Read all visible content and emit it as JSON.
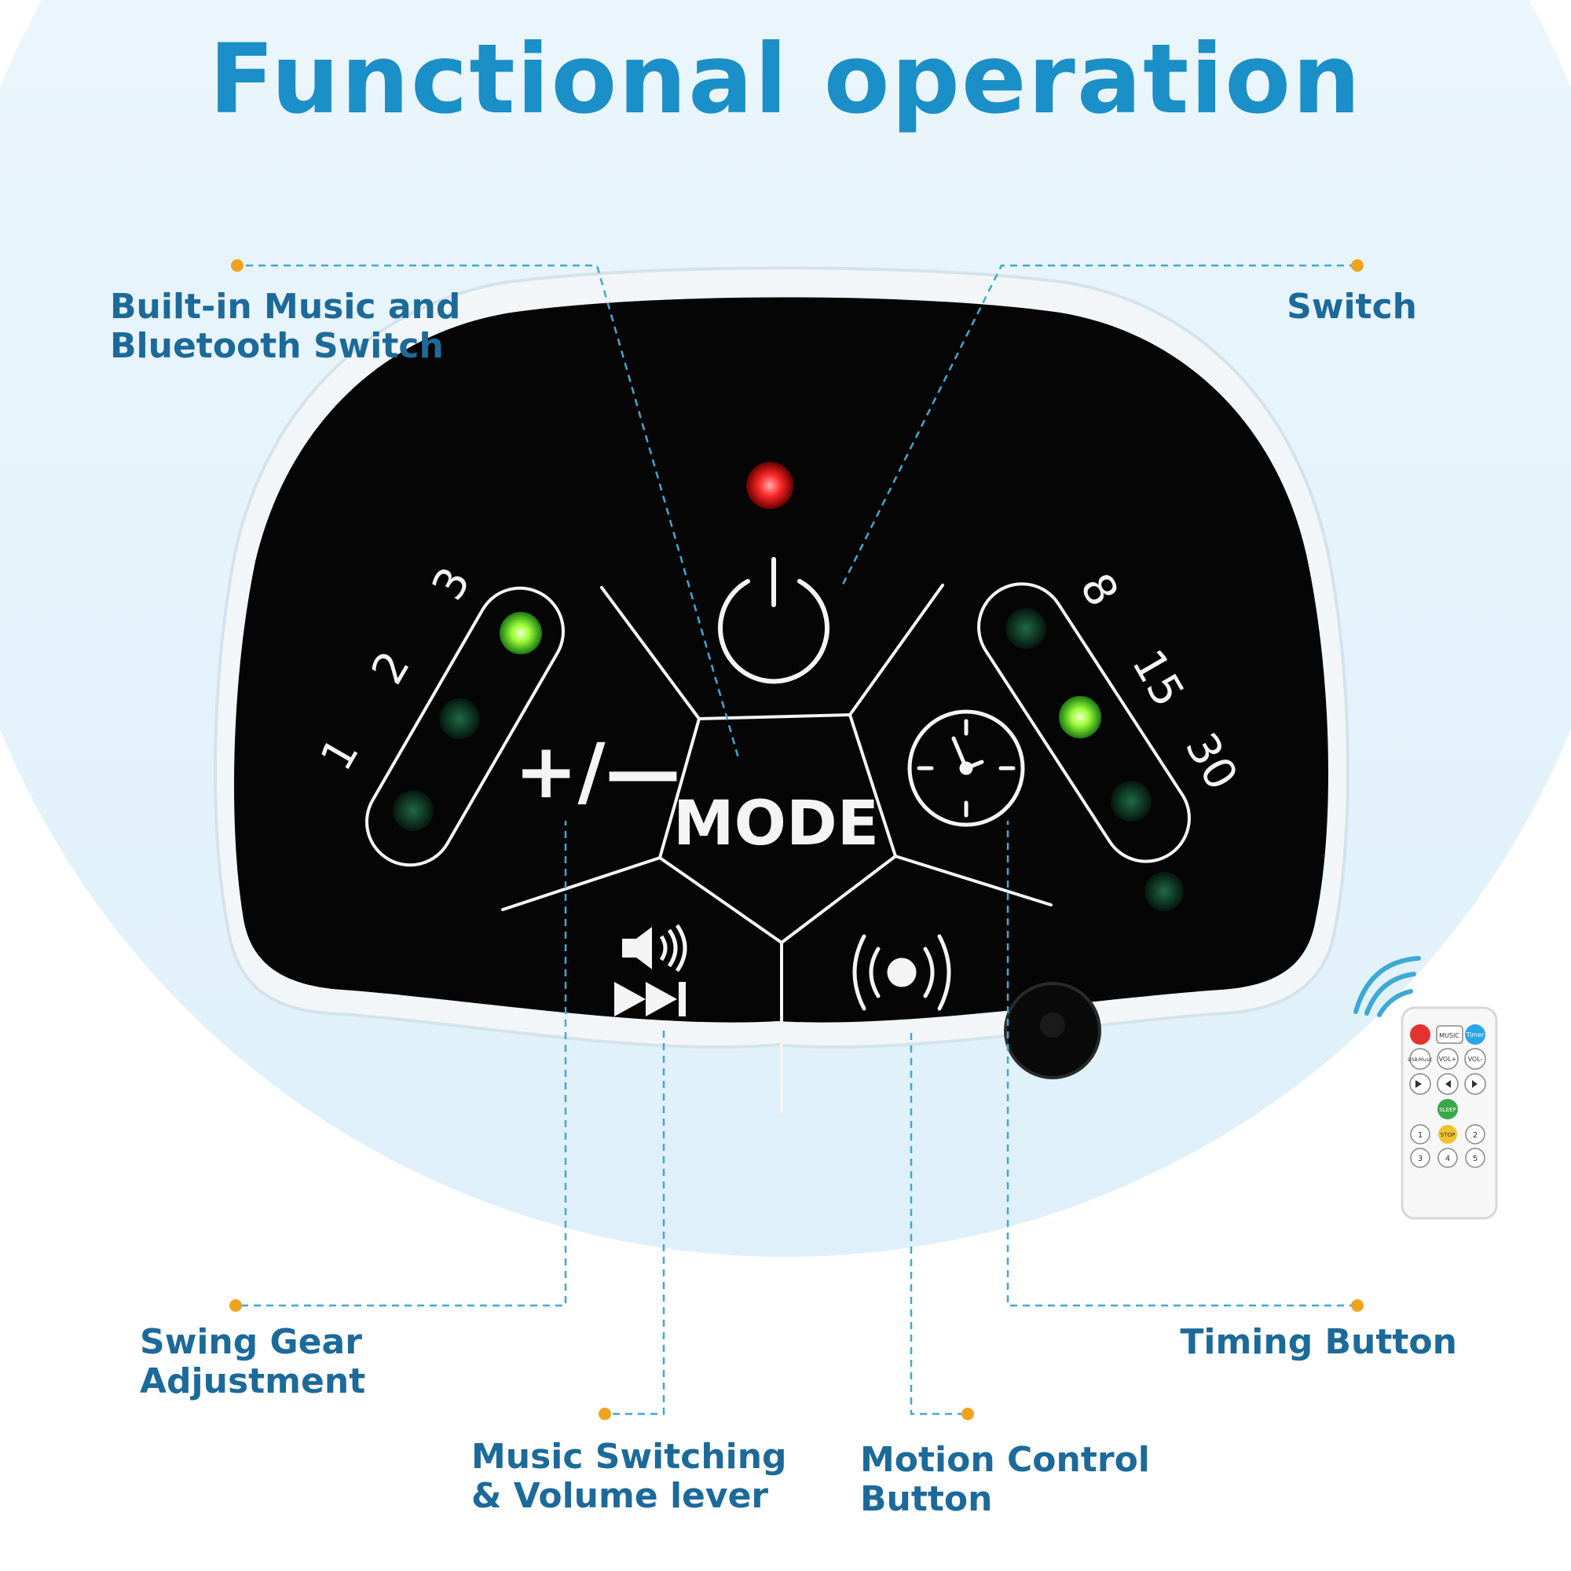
{
  "title": "Functional operation",
  "colors": {
    "accent": "#1b8fc7",
    "label": "#1c6a9a",
    "dot": "#f0a41e",
    "panel": "#050505",
    "led_red": "#ff2a2a",
    "led_green_on": "#7cff4a",
    "led_green_off": "#0d3a22",
    "background_circle": "#e4f3fb"
  },
  "callouts": {
    "music": {
      "line1": "Built-in Music and",
      "line2": "Bluetooth Switch"
    },
    "switch": {
      "line1": "Switch"
    },
    "swing": {
      "line1": "Swing Gear",
      "line2": "Adjustment"
    },
    "timing": {
      "line1": "Timing Button"
    },
    "music_switching": {
      "line1": "Music Switching",
      "line2": "& Volume lever"
    },
    "motion": {
      "line1": "Motion Control",
      "line2": "Button"
    }
  },
  "panel": {
    "mode_label": "MODE",
    "plus_minus_label": "+/—",
    "gear_levels": [
      "1",
      "2",
      "3"
    ],
    "gear_active": 3,
    "timer_levels": [
      "8",
      "15",
      "30"
    ],
    "timer_active": 2,
    "power_icon": "power-icon",
    "clock_icon": "clock-icon",
    "volume_icon": "speaker-volume-icon",
    "next_icon": "next-track-icon",
    "motion_icon": "vibration-icon"
  },
  "remote": {
    "row1": [
      "MUSIC",
      "Timer"
    ],
    "row2": [
      "USB/Music",
      "VOL+",
      "VOL-"
    ],
    "row4": [
      "SLEEP"
    ],
    "row5": [
      "1",
      "STOP",
      "2"
    ],
    "row6": [
      "3",
      "4",
      "5"
    ]
  }
}
